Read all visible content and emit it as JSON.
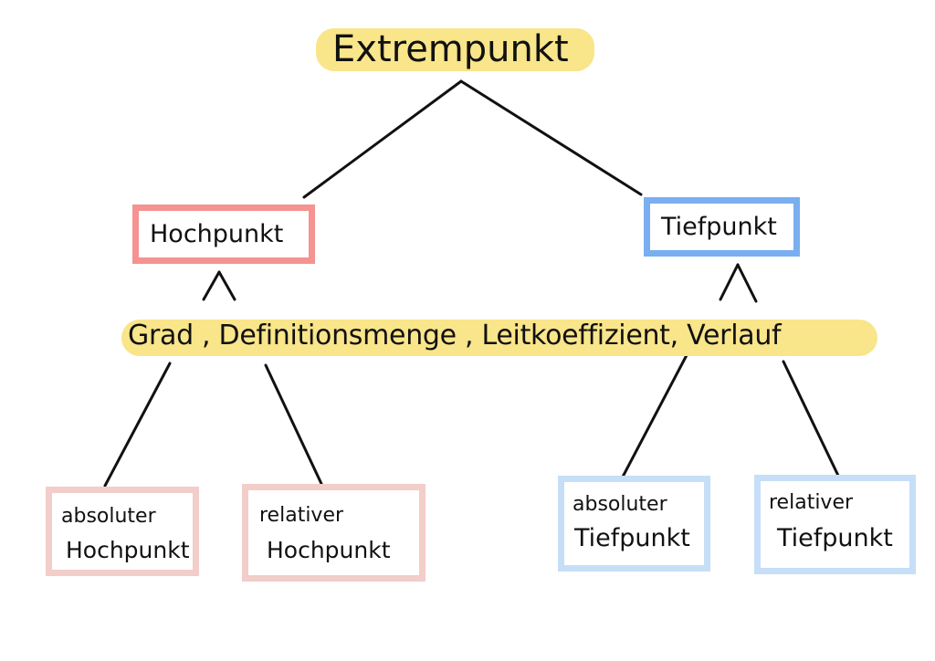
{
  "root": {
    "label": "Extrempunkt"
  },
  "level1": {
    "left": {
      "label": "Hochpunkt"
    },
    "right": {
      "label": "Tiefpunkt"
    }
  },
  "criteria": {
    "label": "Grad , Definitionsmenge , Leitkoeffizient, Verlauf"
  },
  "leaves": [
    {
      "line1": "absoluter",
      "line2": "Hochpunkt"
    },
    {
      "line1": "relativer",
      "line2": "Hochpunkt"
    },
    {
      "line1": "absoluter",
      "line2": "Tiefpunkt"
    },
    {
      "line1": "relativer",
      "line2": "Tiefpunkt"
    }
  ],
  "colors": {
    "highlight": "#f9e58a",
    "red_box": "#f49391",
    "pink_box": "#f2cdc9",
    "blue_box": "#79aff0",
    "light_blue_box": "#c6def7",
    "line": "#111111"
  }
}
